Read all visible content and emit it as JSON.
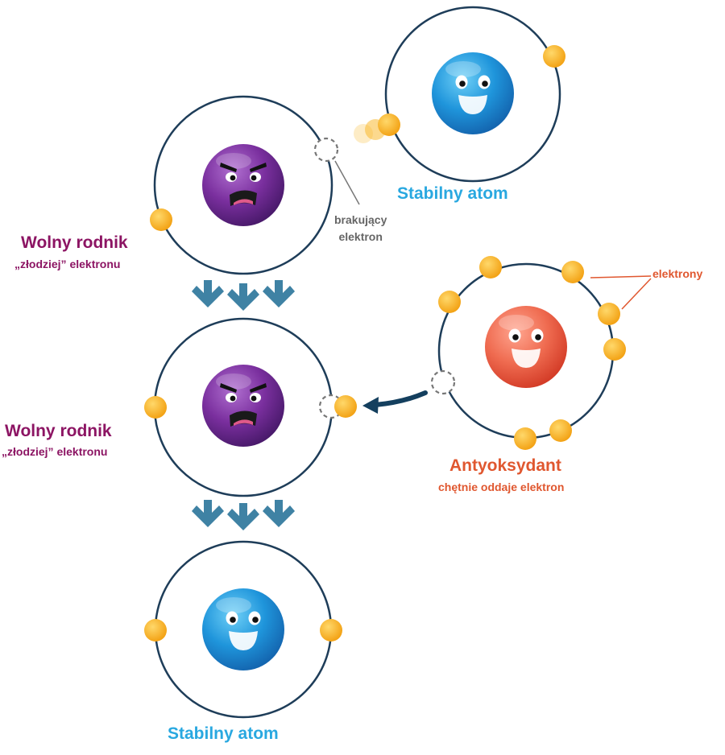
{
  "labels": {
    "stable_atom_top": "Stabilny atom",
    "stable_atom_bottom": "Stabilny atom",
    "free_radical_1_title": "Wolny rodnik",
    "free_radical_1_sub": "„złodziej” elektronu",
    "free_radical_2_title": "Wolny rodnik",
    "free_radical_2_sub": "„złodziej” elektronu",
    "missing_electron_line1": "brakujący",
    "missing_electron_line2": "elektron",
    "electrons": "elektrony",
    "antioxidant_title": "Antyoksydant",
    "antioxidant_sub": "chętnie oddaje elektron"
  },
  "colors": {
    "orbit": "#1e3d59",
    "electron": "#f9b41d",
    "stable_atom": "#1f8fd6",
    "free_radical": "#6b2a8c",
    "antioxidant": "#ec6048",
    "arrow": "#3f82a4",
    "transfer_arrow": "#143f5e",
    "purple_text": "#8c1463",
    "blue_text": "#29a8e0",
    "red_text": "#e0572f"
  }
}
